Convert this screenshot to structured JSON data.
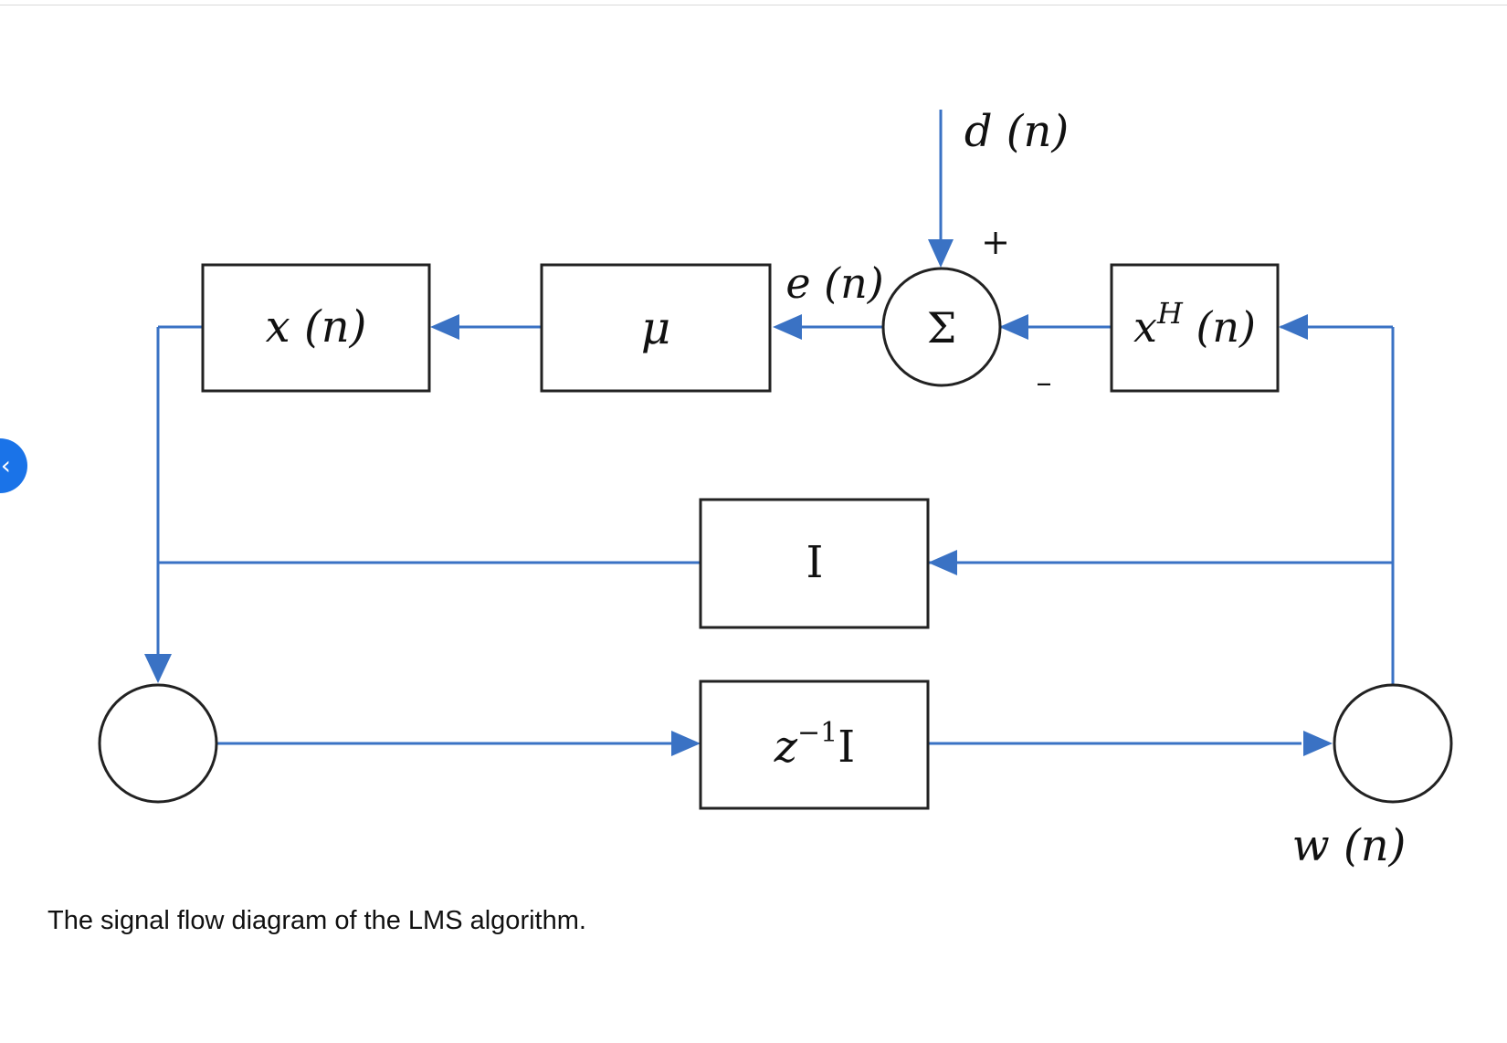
{
  "caption": "The signal flow diagram of the LMS algorithm.",
  "nav": {
    "icon": "chevron-left-icon",
    "glyph": "‹"
  },
  "colors": {
    "signal_line": "#3a72c4",
    "block_stroke": "#222222"
  },
  "diagram": {
    "blocks": {
      "x_block": {
        "base": "x",
        "arg": " (n)"
      },
      "mu_block": {
        "label": "μ"
      },
      "xh_block": {
        "base": "x",
        "sup": "H",
        "arg": " (n)"
      },
      "identity_block": {
        "label": "I"
      },
      "delay_block": {
        "base": "z",
        "sup": "−1",
        "tail": "I"
      }
    },
    "summer": {
      "symbol": "Σ",
      "plus": "+",
      "minus": "–"
    },
    "signals": {
      "d": "d (n)",
      "e": "e (n)",
      "w": "w (n)"
    }
  }
}
